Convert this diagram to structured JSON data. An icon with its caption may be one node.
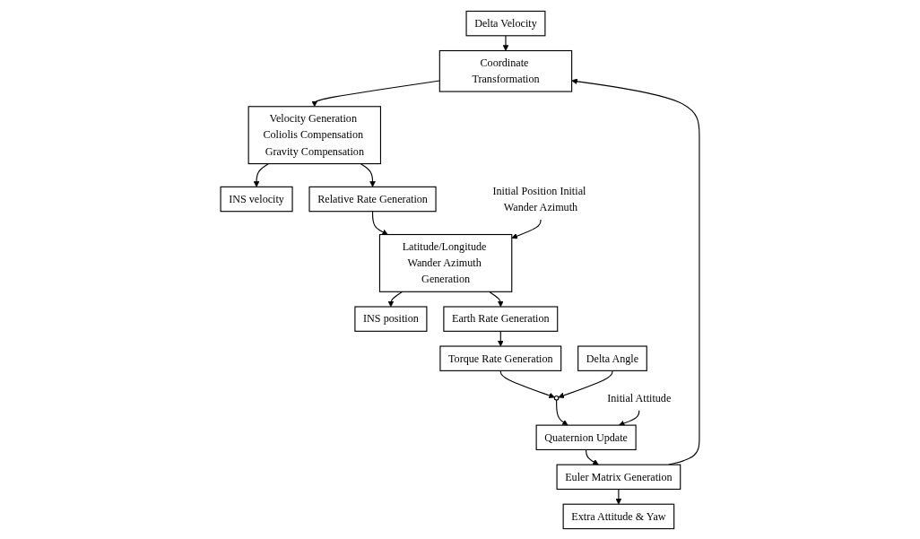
{
  "diagram": {
    "nodes": [
      {
        "text": [
          "Delta Velocity"
        ]
      },
      {
        "text": [
          "Coordinate Transformation"
        ]
      },
      {
        "text": [
          "Velocity Generation Coliolis Compensation Gravity Compensation"
        ]
      },
      {
        "text": [
          "INS velocity"
        ]
      },
      {
        "text": [
          "Relative Rate Generation"
        ]
      },
      {
        "text": [
          "Extra Attitude & Yaw"
        ]
      },
      {
        "text": [
          "Euler Matrix Generation"
        ]
      },
      {
        "text": [
          "Initial Position Initial Wander Azimuth"
        ]
      },
      {
        "text": [
          "INS position"
        ]
      },
      {
        "text": [
          "Latitude/Longitude Wander Azimuth Generation"
        ]
      },
      {
        "text": [
          "Quaternion Update"
        ]
      },
      {
        "text": [
          "Initial Attitude"
        ]
      },
      {
        "text": [
          "Delta Angle"
        ]
      },
      {
        "text": [],
        "shape": "circle"
      },
      {
        "text": [
          "Torque Rate Generation"
        ]
      },
      {
        "text": [
          "Earth Rate Generation"
        ]
      }
    ],
    "edges": [
      {
        "from": 0,
        "to": 1,
        "arrow": "to"
      },
      {
        "from": 1,
        "to": 2,
        "arrow": "to"
      },
      {
        "from": 2,
        "to": 3,
        "arrow": "to"
      },
      {
        "from": 2,
        "to": 4,
        "arrow": "to"
      },
      {
        "from": 4,
        "to": 9,
        "arrow": "to"
      },
      {
        "from": 7,
        "to": 9,
        "arrow": "to"
      },
      {
        "from": 9,
        "to": 8,
        "arrow": "to"
      },
      {
        "from": 9,
        "to": 15,
        "arrow": "to"
      },
      {
        "from": 15,
        "to": 14,
        "arrow": "to"
      },
      {
        "from": 14,
        "to": 13,
        "arrow": "to"
      },
      {
        "from": 12,
        "to": 13,
        "arrow": "to"
      },
      {
        "from": 13,
        "to": 10,
        "arrow": "to"
      },
      {
        "from": 11,
        "to": 10,
        "arrow": "to"
      },
      {
        "from": 10,
        "to": 6,
        "arrow": "to"
      },
      {
        "from": 6,
        "to": 5,
        "arrow": "to"
      },
      {
        "from": 6,
        "to": 1,
        "arrow": "to"
      }
    ]
  }
}
